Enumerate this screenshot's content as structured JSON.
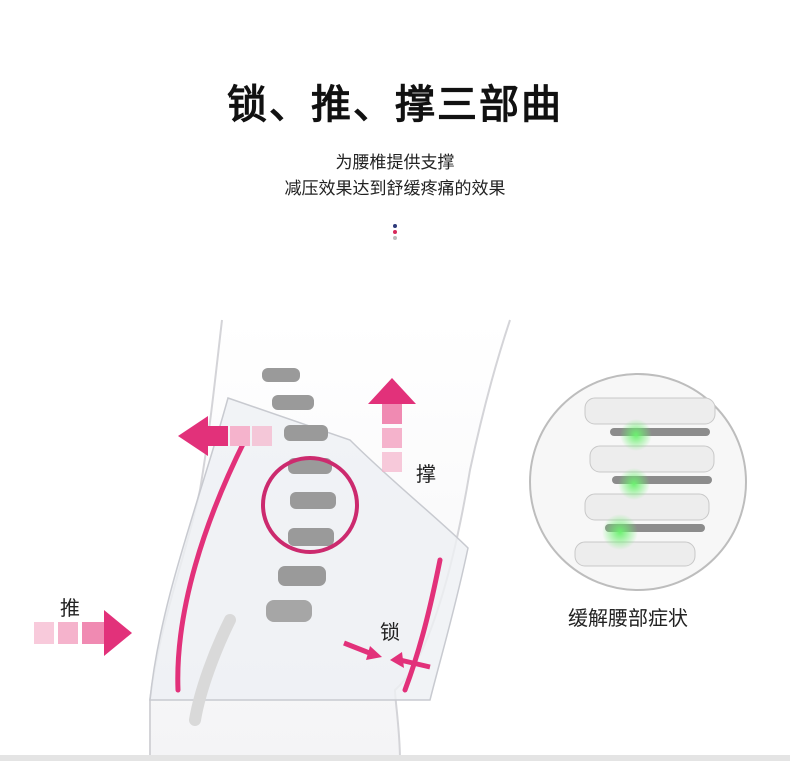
{
  "title": "锁、推、撑三部曲",
  "subtitle_line1": "为腰椎提供支撑",
  "subtitle_line2": "减压效果达到舒缓疼痛的效果",
  "labels": {
    "cheng": "撑",
    "tui": "推",
    "suo": "锁",
    "symptom": "缓解腰部症状"
  },
  "colors": {
    "accent": "#e2317a",
    "accent_light": "#f5b3cc",
    "dot_navy": "#2d3a7a",
    "dot_red": "#d8285a",
    "dot_grey": "#bbbbbb",
    "relief_green": "#4ee05a"
  },
  "icons": [
    "arrow-left-icon",
    "arrow-up-icon",
    "arrow-right-icon",
    "lock-arrows-icon",
    "spine-zoom-circle-icon"
  ]
}
